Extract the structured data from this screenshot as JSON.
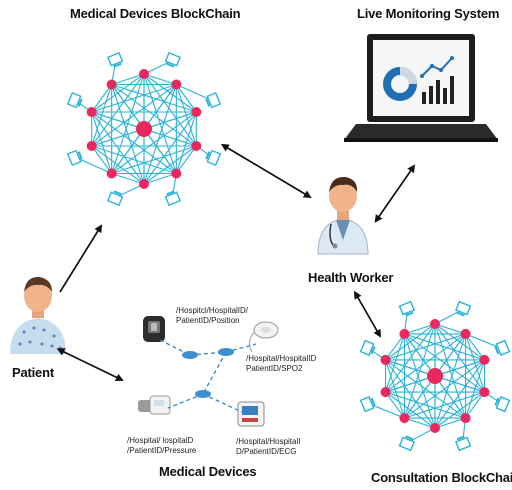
{
  "titles": {
    "medical_blockchain": "Medical Devices BlockChain",
    "live_monitoring": "Live Monitoring System",
    "health_worker": "Health Worker",
    "patient": "Patient",
    "medical_devices": "Medical Devices",
    "consultation_blockchain": "Consultation BlockChain"
  },
  "device_paths": {
    "position": [
      "/Hospitcl/HospitalID/",
      "PatientID/Position"
    ],
    "spo2": [
      "/Hospital/HospitalID",
      "PatientID/SPO2"
    ],
    "pressure": [
      "/Hospital/ lospitalD",
      "/PatientID/Pressure"
    ],
    "ecg": [
      "/Hospital/HospitalI",
      "D/PatientID/ECG"
    ]
  },
  "colors": {
    "mesh_line": "#2bb3d6",
    "node_pink": "#e8285f",
    "laptop_border": "#1d1d1d",
    "monitor_blue": "#1f6fb2"
  }
}
